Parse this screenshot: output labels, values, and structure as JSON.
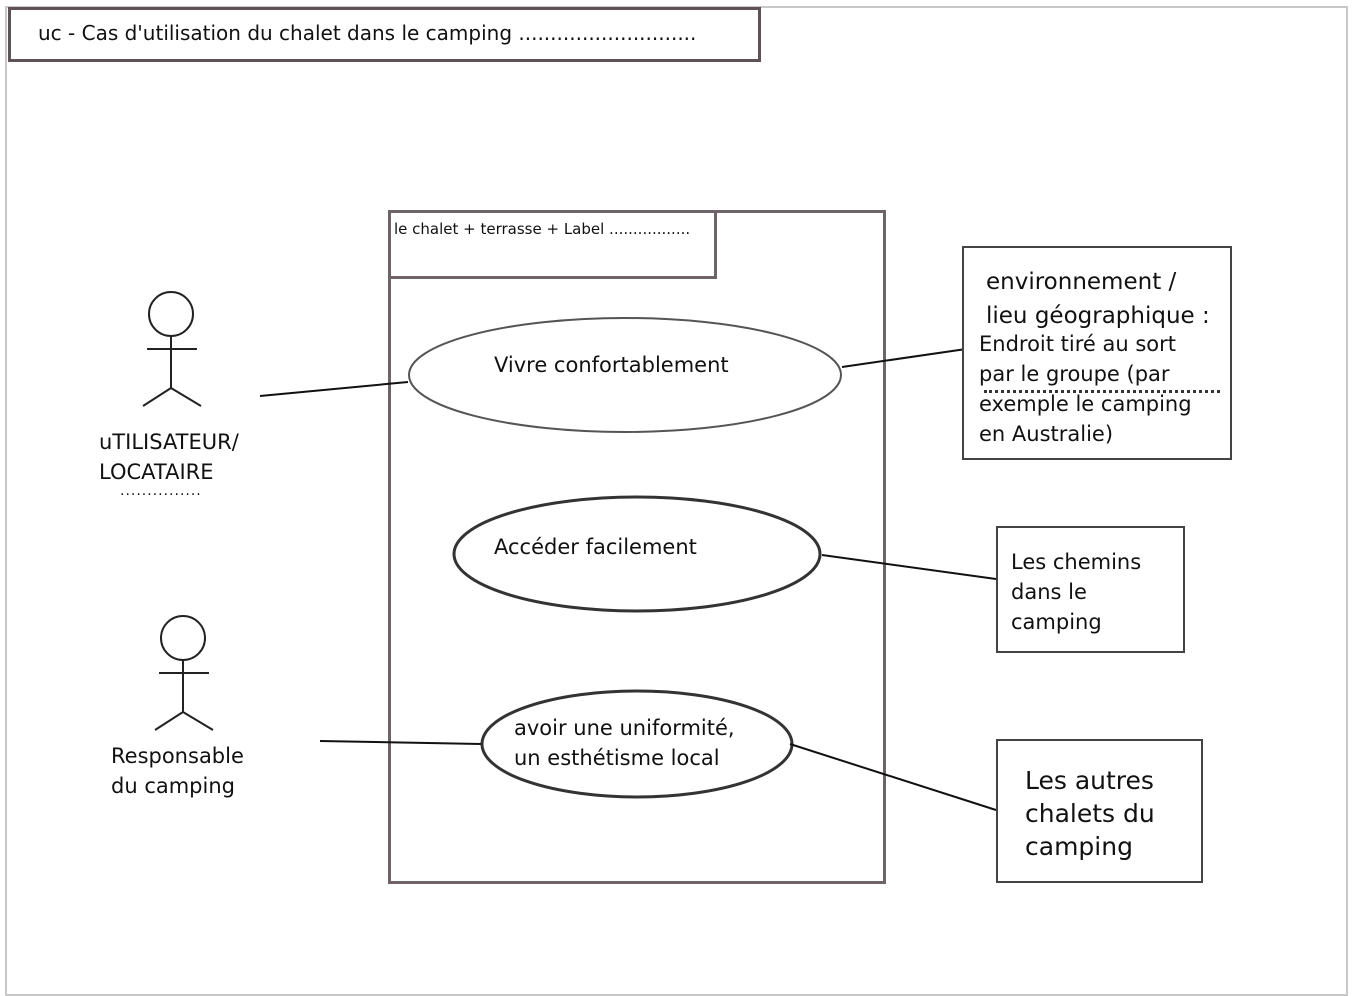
{
  "diagram": {
    "title": "uc - Cas d'utilisation du chalet dans le camping ............................",
    "system_label": "le chalet + terrasse + Label .................",
    "actors": [
      {
        "label_line1": "uTILISATEUR/",
        "label_line2": "LOCATAIRE",
        "dots": "..............."
      },
      {
        "label_line1": "Responsable",
        "label_line2": "du camping"
      }
    ],
    "use_cases": [
      {
        "label": "Vivre confortablement"
      },
      {
        "label": "Accéder facilement"
      },
      {
        "label_line1": "avoir une uniformité,",
        "label_line2": "un esthétisme local"
      }
    ],
    "notes": [
      {
        "heading_line1": "environnement /",
        "heading_line2": "lieu géographique :",
        "lines": [
          "Endroit tiré au sort",
          "par le groupe (par",
          "exemple le camping",
          "en Australie)"
        ]
      },
      {
        "lines": [
          "Les chemins",
          "dans le",
          "camping"
        ]
      },
      {
        "lines": [
          "Les autres",
          "chalets du",
          "camping"
        ]
      }
    ]
  }
}
